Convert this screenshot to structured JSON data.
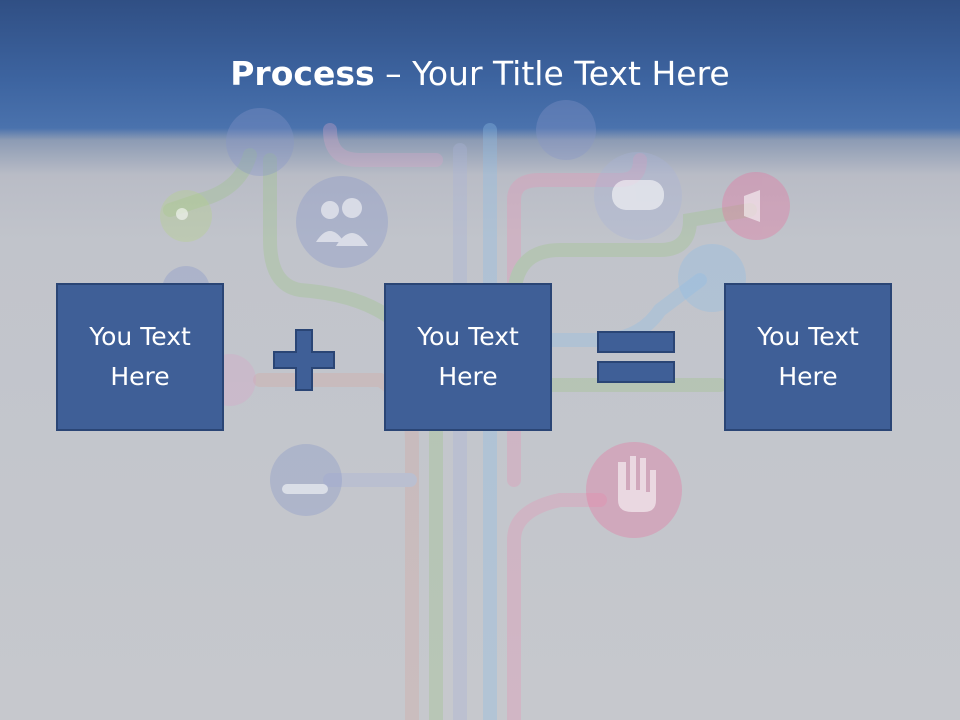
{
  "slide": {
    "title_bold": "Process",
    "title_rest": " – Your Title Text Here",
    "boxes": [
      {
        "line1": "You Text",
        "line2": "Here"
      },
      {
        "line1": "You Text",
        "line2": "Here"
      },
      {
        "line1": "You Text",
        "line2": "Here"
      }
    ],
    "operators": [
      "plus-icon",
      "equals-icon"
    ]
  },
  "colors": {
    "header_blue": "#3d64a0",
    "box_fill": "#3f5f97",
    "box_border": "#2a4575",
    "background_gray": "#c6c8cd"
  }
}
